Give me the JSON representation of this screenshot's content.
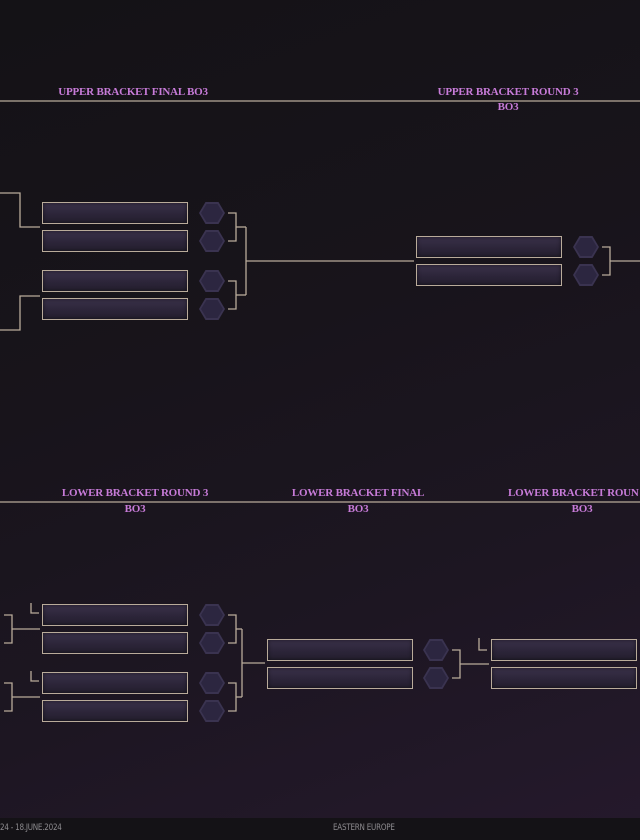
{
  "upper": {
    "rounds": [
      {
        "title": "UPPER BRACKET FINAL BO3"
      },
      {
        "title": "UPPER BRACKET ROUND 3",
        "format": "BO3"
      }
    ]
  },
  "lower": {
    "rounds": [
      {
        "title": "LOWER BRACKET ROUND 3",
        "format": "BO3"
      },
      {
        "title": "LOWER BRACKET FINAL",
        "format": "BO3"
      },
      {
        "title": "LOWER BRACKET ROUN",
        "format": "BO3"
      }
    ]
  },
  "footer": {
    "dates": "24 - 18.JUNE.2024",
    "region": "EASTERN EUROPE"
  },
  "colors": {
    "accent": "#c77bd8",
    "line": "#b9ab9a"
  }
}
